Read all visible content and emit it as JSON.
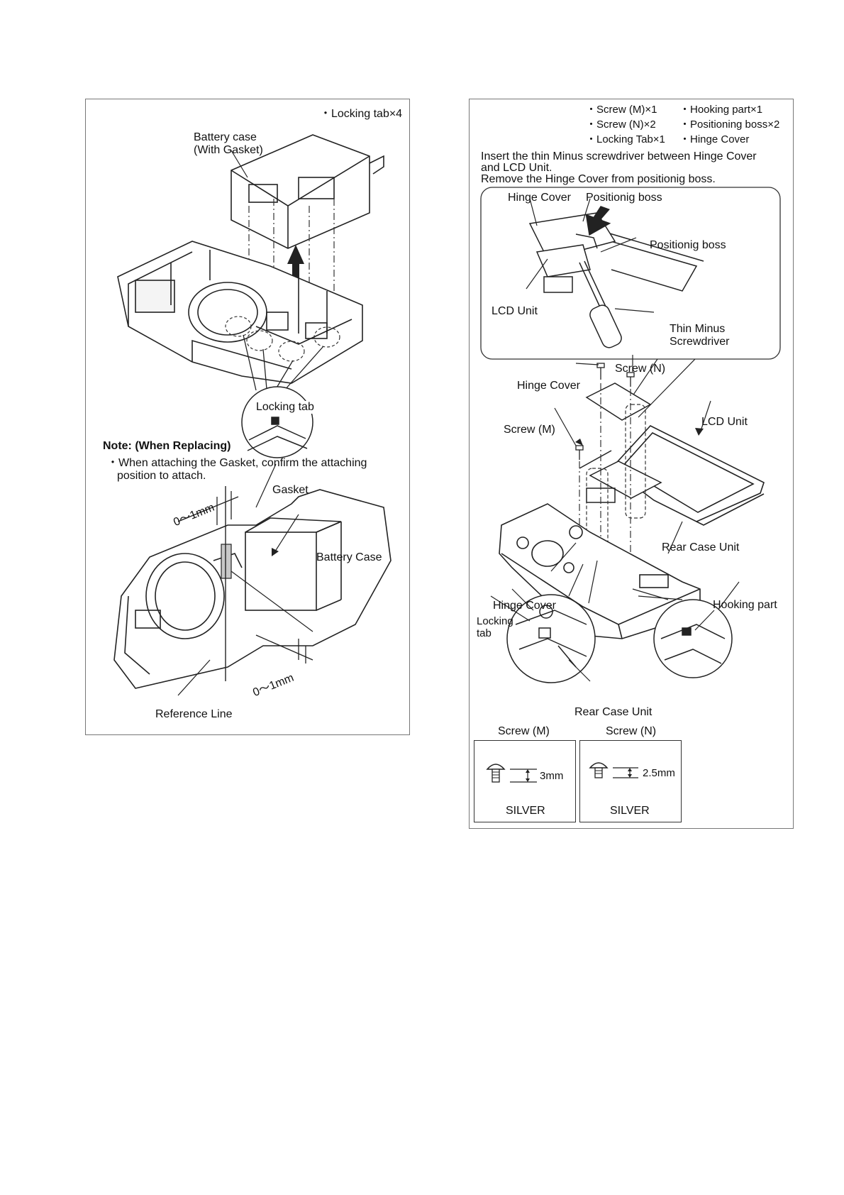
{
  "left_panel": {
    "header": "・Locking tab×4",
    "battery_case": "Battery case",
    "with_gasket": "(With Gasket)",
    "locking_tab_callout": "Locking tab",
    "note_title": "Note: (When Replacing)",
    "note_line1": "・When attaching the Gasket, confirm the attaching",
    "note_line2": "position to attach.",
    "gasket": "Gasket",
    "battery_case_lower": "Battery Case",
    "dim_top": "0～1mm",
    "dim_bottom": "0～1mm",
    "reference_line": "Reference Line"
  },
  "right_panel": {
    "parts": {
      "screw_m": "・Screw (M)×1",
      "screw_n": "・Screw (N)×2",
      "locking_tab": "・Locking Tab×1",
      "hooking_part": "・Hooking part×1",
      "positioning_boss": "・Positioning boss×2",
      "hinge_cover": "・Hinge Cover"
    },
    "instruction": [
      "Insert the thin Minus screwdriver between Hinge Cover",
      "and LCD Unit.",
      "Remove the Hinge Cover from positionig boss."
    ],
    "inset": {
      "hinge_cover": "Hinge Cover",
      "positionig_boss_1": "Positionig boss",
      "positionig_boss_2": "Positionig boss",
      "lcd_unit": "LCD Unit",
      "thin_minus": "Thin Minus",
      "screwdriver": "Screwdriver"
    },
    "main": {
      "screw_n": "Screw (N)",
      "hinge_cover": "Hinge Cover",
      "lcd_unit": "LCD Unit",
      "screw_m": "Screw (M)",
      "rear_case_unit": "Rear Case Unit",
      "hinge_cover_lower": "Hinge Cover",
      "locking": "Locking",
      "tab": "tab",
      "hooking_part": "Hooking part",
      "rear_case_unit_lower": "Rear Case Unit"
    },
    "screws": [
      {
        "title": "Screw (M)",
        "length": "3mm",
        "color": "SILVER"
      },
      {
        "title": "Screw (N)",
        "length": "2.5mm",
        "color": "SILVER"
      }
    ]
  }
}
